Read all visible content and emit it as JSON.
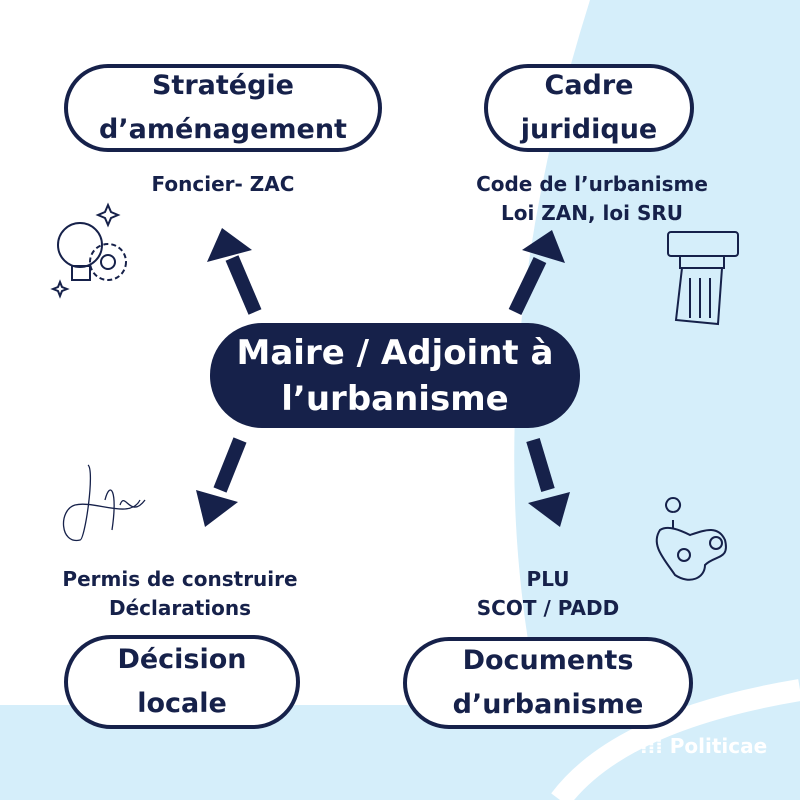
{
  "center": {
    "line1": "Maire / Adjoint à",
    "line2": "l’urbanisme"
  },
  "nodes": [
    {
      "title1": "Stratégie",
      "title2": "d’aménagement",
      "details": [
        "Foncier- ZAC"
      ],
      "icon": "lightbulb-gear-icon"
    },
    {
      "title1": "Cadre",
      "title2": "juridique",
      "details": [
        "Code de l’urbanisme",
        "Loi ZAN, loi SRU"
      ],
      "icon": "column-icon"
    },
    {
      "title1": "Décision",
      "title2": "locale",
      "details": [
        "Permis de construire",
        "Déclarations"
      ],
      "icon": "signature-icon"
    },
    {
      "title1": "Documents",
      "title2": "d’urbanisme",
      "details": [
        "PLU",
        "SCOT / PADD"
      ],
      "icon": "map-pins-icon"
    }
  ],
  "brand": {
    "name": "Politicae"
  },
  "colors": {
    "navy": "#16214a",
    "light_blue": "#d5eefa",
    "white": "#ffffff"
  }
}
